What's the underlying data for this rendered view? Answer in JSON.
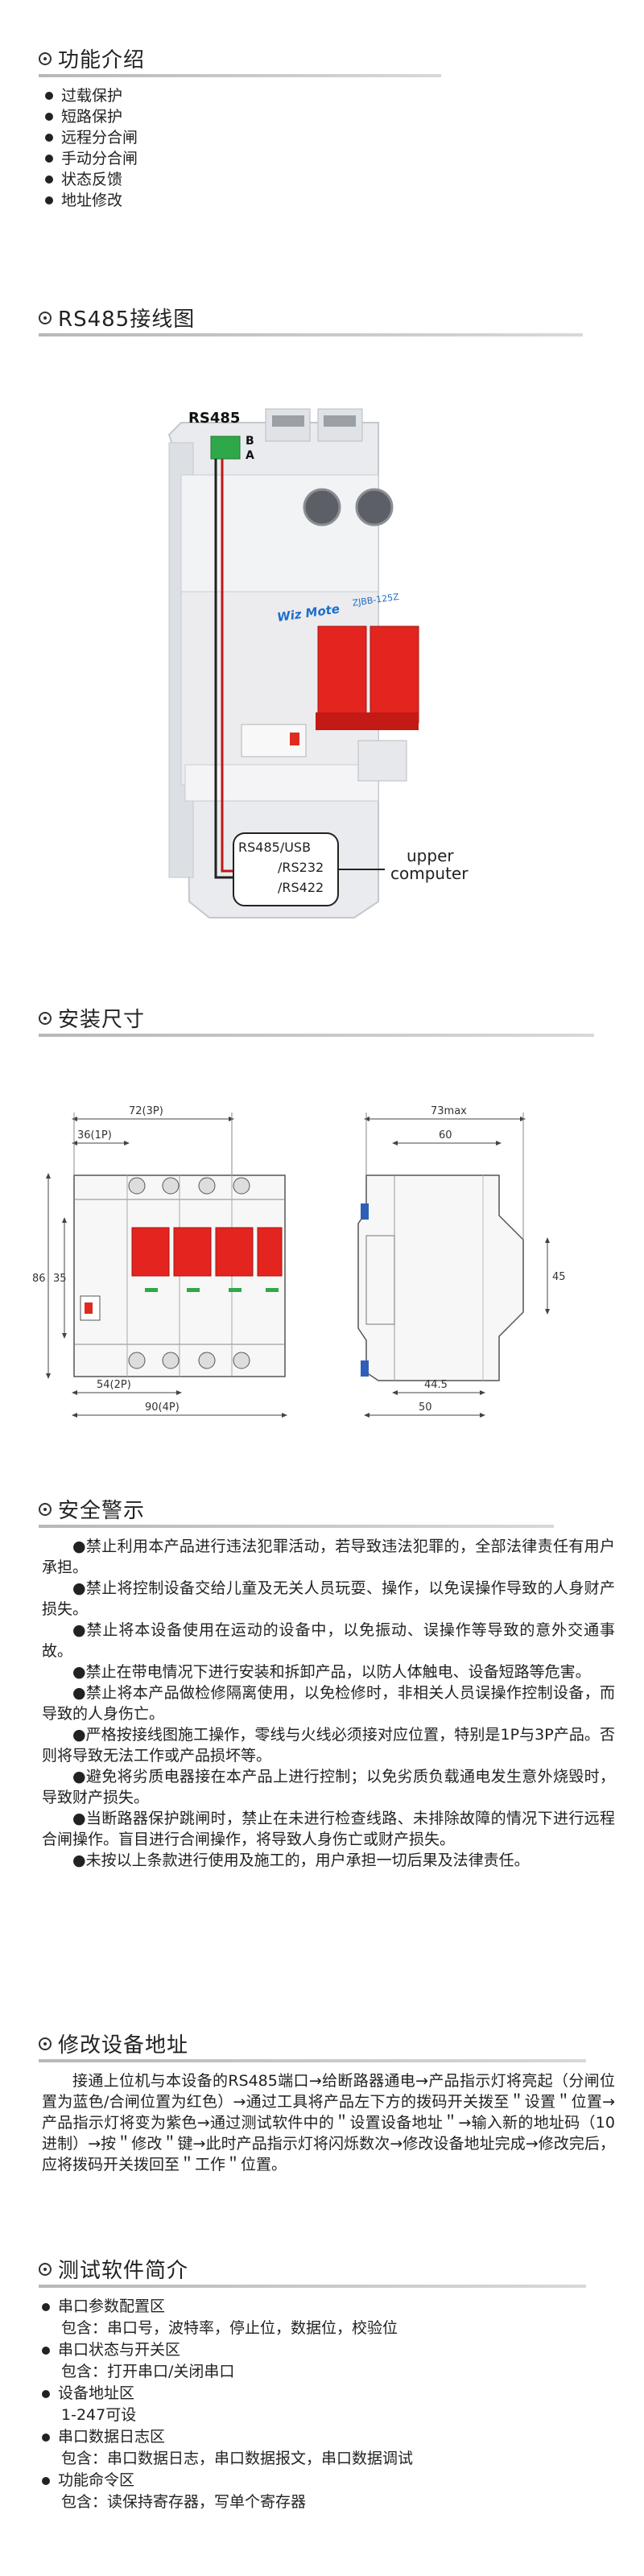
{
  "sections": {
    "features": {
      "title": "功能介绍",
      "items": [
        "过载保护",
        "短路保护",
        "远程分合闸",
        "手动分合闸",
        "状态反馈",
        "地址修改"
      ]
    },
    "wiring": {
      "title": "RS485接线图",
      "rs485_label": "RS485",
      "terminal_b": "B",
      "terminal_a": "A",
      "brand": "Wiz Mote",
      "model": "ZJBB-125Z",
      "box_line1": "RS485/USB",
      "box_line2": "/RS232",
      "box_line3": "/RS422",
      "upper1": "upper",
      "upper2": "computer"
    },
    "dimensions": {
      "title": "安装尺寸",
      "d_72": "72(3P)",
      "d_36": "36(1P)",
      "d_86": "86",
      "d_35": "35",
      "d_54": "54(2P)",
      "d_90": "90(4P)",
      "d_73": "73max",
      "d_60": "60",
      "d_45": "45",
      "d_445": "44.5",
      "d_50": "50"
    },
    "safety": {
      "title": "安全警示",
      "items": [
        "●禁止利用本产品进行违法犯罪活动，若导致违法犯罪的，全部法律责任有用户承担。",
        "●禁止将控制设备交给儿童及无关人员玩耍、操作，以免误操作导致的人身财产损失。",
        "●禁止将本设备使用在运动的设备中，以免振动、误操作等导致的意外交通事故。",
        "●禁止在带电情况下进行安装和拆卸产品，以防人体触电、设备短路等危害。",
        "●禁止将本产品做检修隔离使用，以免检修时，非相关人员误操作控制设备，而导致的人身伤亡。",
        "●严格按接线图施工操作，零线与火线必须接对应位置，特别是1P与3P产品。否则将导致无法工作或产品损坏等。",
        "●避免将劣质电器接在本产品上进行控制；以免劣质负载通电发生意外烧毁时，导致财产损失。",
        "●当断路器保护跳闸时，禁止在未进行检查线路、未排除故障的情况下进行远程合闸操作。盲目进行合闸操作，将导致人身伤亡或财产损失。",
        "●未按以上条款进行使用及施工的，用户承担一切后果及法律责任。"
      ]
    },
    "address": {
      "title": "修改设备地址",
      "text": "接通上位机与本设备的RS485端口→给断路器通电→产品指示灯将亮起（分闸位置为蓝色/合闸位置为红色）→通过工具将产品左下方的拨码开关拨至＂设置＂位置→产品指示灯将变为紫色→通过测试软件中的＂设置设备地址＂→输入新的地址码（10进制）→按＂修改＂键→此时产品指示灯将闪烁数次→修改设备地址完成→修改完后，应将拨码开关拨回至＂工作＂位置。"
    },
    "software": {
      "title": "测试软件简介",
      "items": [
        {
          "head": "串口参数配置区",
          "sub": "包含：串口号，波特率，停止位，数据位，校验位"
        },
        {
          "head": "串口状态与开关区",
          "sub": "包含：打开串口/关闭串口"
        },
        {
          "head": "设备地址区",
          "sub": "1-247可设"
        },
        {
          "head": "串口数据日志区",
          "sub": "包含：串口数据日志，串口数据报文，串口数据调试"
        },
        {
          "head": "功能命令区",
          "sub": "包含：读保持寄存器，写单个寄存器"
        }
      ]
    }
  }
}
